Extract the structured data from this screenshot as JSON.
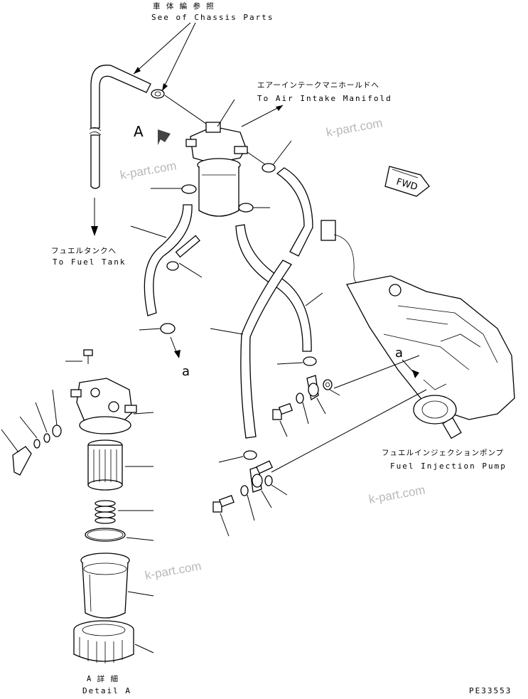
{
  "labels": {
    "chassis_jp": "車 体 編 参 照",
    "chassis_en": "See of Chassis Parts",
    "intake_jp": "エアーインテークマニホールドへ",
    "intake_en": "To Air Intake Manifold",
    "tank_jp": "フュエルタンクへ",
    "tank_en": "To Fuel Tank",
    "pump_jp": "フュエルインジェクションポンプ",
    "pump_en": "Fuel Injection Pump",
    "detail_jp": "A 詳 細",
    "detail_en": "Detail A",
    "view_a": "A",
    "ref_a_left": "a",
    "ref_a_right": "a",
    "fwd": "FWD",
    "drawing_no": "PE33553"
  },
  "watermarks": [
    "k-part.com",
    "k-part.com",
    "k-part.com",
    "k-part.com"
  ],
  "colors": {
    "line": "#000000",
    "watermark": "#b8b8b8",
    "background": "#ffffff"
  }
}
